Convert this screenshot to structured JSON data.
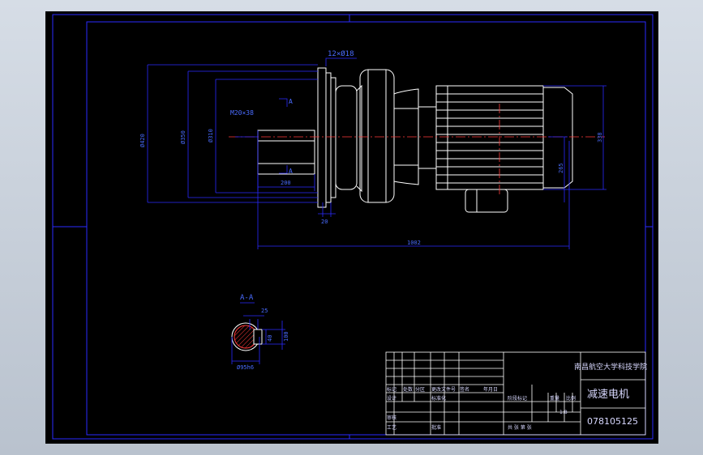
{
  "drawing": {
    "section_label": "A-A",
    "cut_mark_top": "A",
    "cut_mark_bottom": "A",
    "bolt_spec": "12×Ø18",
    "thread_spec": "M20×38",
    "dims": {
      "d420": "Ø420",
      "d350": "Ø350",
      "d310": "Ø310",
      "shaft_len": "200",
      "flange_w": "20",
      "overall_len": "1002",
      "motor_h": "338",
      "center_h": "265",
      "key_w": "25",
      "key_d1": "40",
      "key_d2": "100",
      "shaft_d": "Ø95h6"
    }
  },
  "title_block": {
    "school": "南昌航空大学科技学院",
    "drawing_name": "减速电机",
    "drawing_number": "078105125",
    "scale": "1:8",
    "row_labels": [
      "标记",
      "处数",
      "分区",
      "更改文件号",
      "签名",
      "年月日"
    ],
    "designer_label": "设计",
    "standardize_label": "标准化",
    "stage_label": "阶段标记",
    "weight_label": "重量",
    "ratio_label": "比例",
    "check_label": "审核",
    "process_label": "工艺",
    "approve_label": "批准",
    "sheet_label": "共 张 第 张"
  }
}
